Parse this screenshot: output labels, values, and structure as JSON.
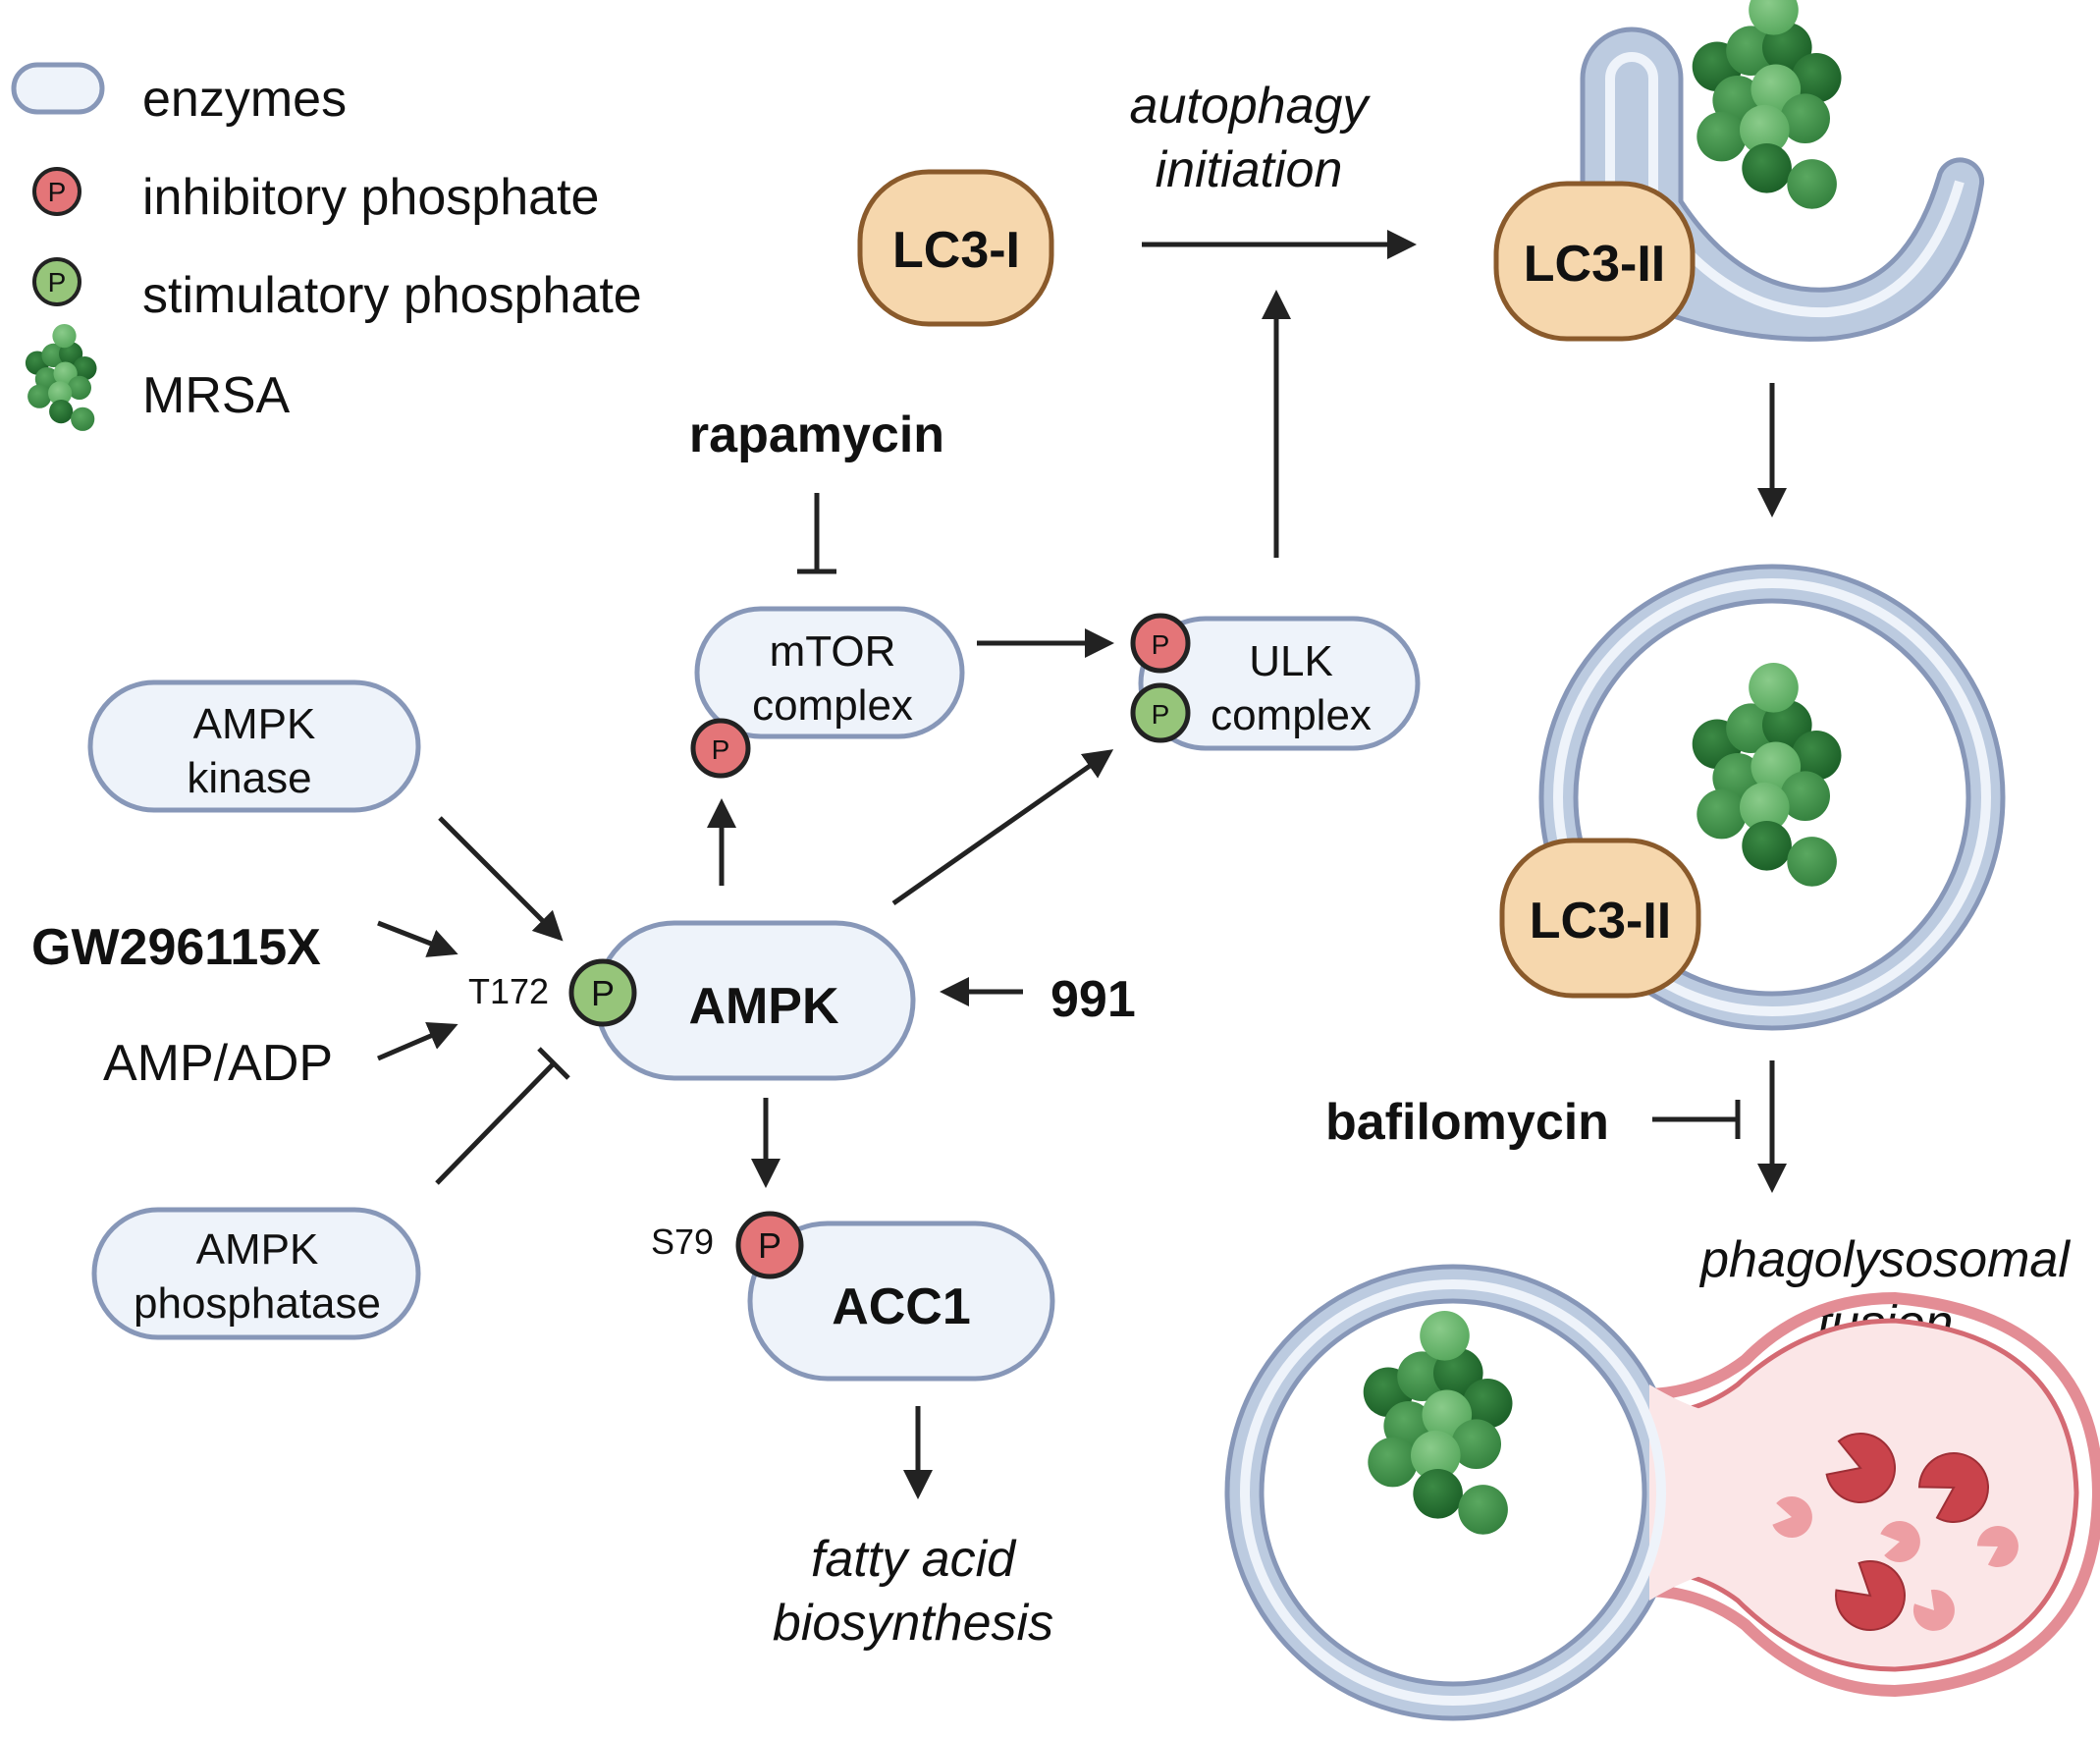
{
  "colors": {
    "enzyme_fill": "#eef3fa",
    "enzyme_stroke": "#8797b8",
    "lc3_fill": "#f6d7ad",
    "lc3_stroke": "#8a5a2b",
    "inhibitory_phosphate": "#e47578",
    "stimulatory_phosphate": "#96c57a",
    "membrane_blue": "#a9bcd8",
    "membrane_red": "#e07e86",
    "mrsa_dark": "#1f6b2c",
    "mrsa_mid": "#3e8f47",
    "mrsa_light": "#66b36b",
    "arrow": "#222222"
  },
  "legend": {
    "enzymes": "enzymes",
    "inhibitory": "inhibitory phosphate",
    "stimulatory": "stimulatory phosphate",
    "mrsa": "MRSA"
  },
  "phosphate_letter": "P",
  "nodes": {
    "ampk_kinase": [
      "AMPK",
      "kinase"
    ],
    "ampk_phosphatase": [
      "AMPK",
      "phosphatase"
    ],
    "ampk": "AMPK",
    "mtor": [
      "mTOR",
      "complex"
    ],
    "ulk": [
      "ULK",
      "complex"
    ],
    "acc1": "ACC1",
    "lc3_i": "LC3-I",
    "lc3_ii_top": "LC3-II",
    "lc3_ii_mid": "LC3-II"
  },
  "sites": {
    "t172": "T172",
    "s79": "S79"
  },
  "drugs": {
    "gw": "GW296115X",
    "amp_adp": "AMP/ADP",
    "d991": "991",
    "rapamycin": "rapamycin",
    "bafilomycin": "bafilomycin"
  },
  "processes": {
    "autophagy": [
      "autophagy",
      "initiation"
    ],
    "fatty_acid": [
      "fatty acid",
      "biosynthesis"
    ],
    "phagolysosomal": [
      "phagolysosomal",
      "fusion"
    ]
  }
}
